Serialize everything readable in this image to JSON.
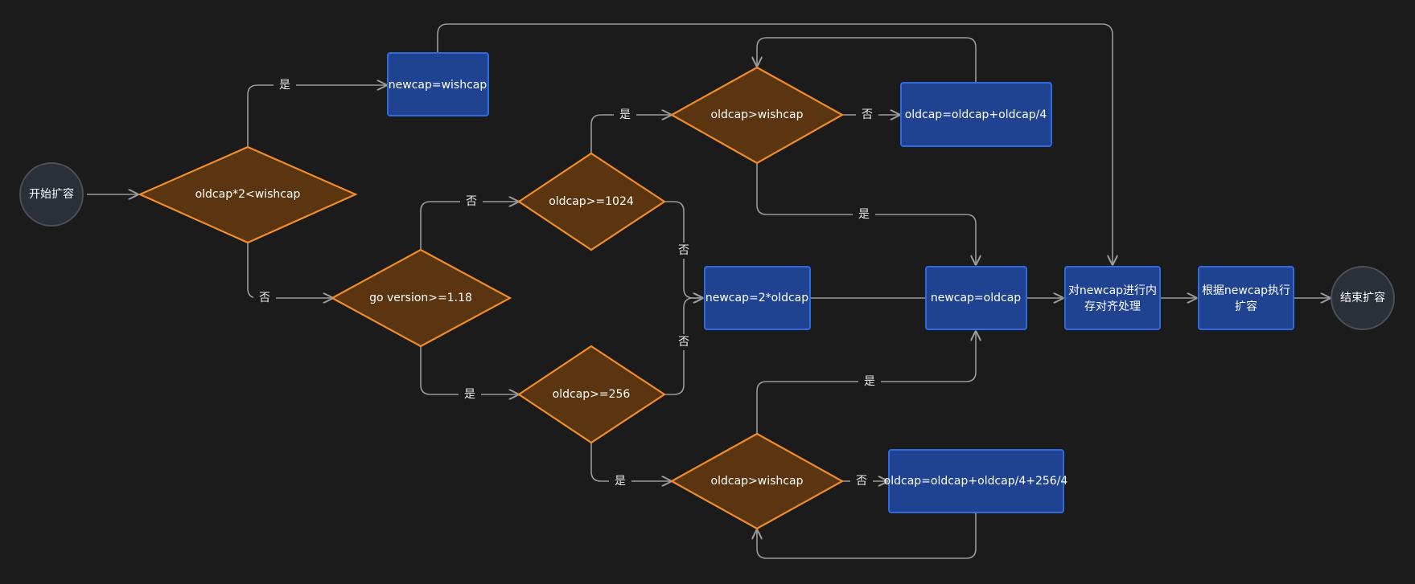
{
  "nodes": {
    "start": "开始扩容",
    "check_double": "oldcap*2<wishcap",
    "set_wishcap": "newcap=wishcap",
    "go_version": "go version>=1.18",
    "check_1024": "oldcap>=1024",
    "check_256": "oldcap>=256",
    "loop_check_upper": "oldcap>wishcap",
    "grow_quarter": "oldcap=oldcap+oldcap/4",
    "set_double": "newcap=2*oldcap",
    "set_oldcap": "newcap=oldcap",
    "loop_check_lower": "oldcap>wishcap",
    "grow_quarter_256": "oldcap=oldcap+oldcap/4+256/4",
    "align_line1": "对newcap进行内",
    "align_line2": "存对齐处理",
    "exec_line1": "根据newcap执行",
    "exec_line2": "扩容",
    "end": "结束扩容"
  },
  "edge_labels": {
    "double_yes": "是",
    "double_no": "否",
    "version_no": "否",
    "version_yes": "是",
    "c1024_yes": "是",
    "c1024_no": "否",
    "c256_no": "否",
    "c256_yes": "是",
    "upper_no": "否",
    "upper_yes": "是",
    "lower_no": "否",
    "lower_yes": "是"
  }
}
